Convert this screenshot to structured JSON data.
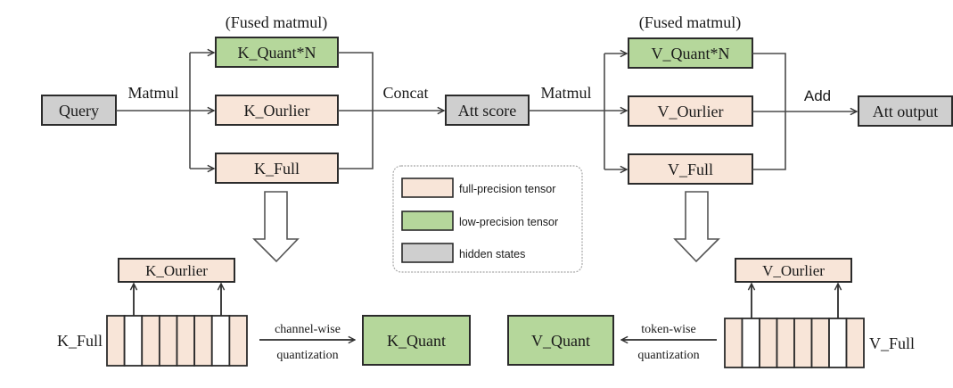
{
  "colors": {
    "full_precision": "#f8e5d8",
    "low_precision": "#b5d79b",
    "hidden_states": "#cfcfcf",
    "outlier_column": "#ffffff"
  },
  "top": {
    "query": "Query",
    "matmul_1": "Matmul",
    "fused_label_k": "(Fused matmul)",
    "k_quant_n": "K_Quant*N",
    "k_outlier": "K_Ourlier",
    "k_full": "K_Full",
    "concat": "Concat",
    "att_score": "Att score",
    "matmul_2": "Matmul",
    "fused_label_v": "(Fused matmul)",
    "v_quant_n": "V_Quant*N",
    "v_outlier": "V_Ourlier",
    "v_full": "V_Full",
    "add": "Add",
    "att_output": "Att output"
  },
  "legend": {
    "items": [
      {
        "label": "full-precision tensor",
        "type": "full_precision"
      },
      {
        "label": "low-precision tensor",
        "type": "low_precision"
      },
      {
        "label": "hidden states",
        "type": "hidden_states"
      }
    ]
  },
  "bottom_k": {
    "outlier": "K_Ourlier",
    "full": "K_Full",
    "op_line1": "channel-wise",
    "op_line2": "quantization",
    "quant": "K_Quant",
    "columns": 8,
    "outlier_columns": [
      1,
      6
    ]
  },
  "bottom_v": {
    "outlier": "V_Ourlier",
    "full": "V_Full",
    "op_line1": "token-wise",
    "op_line2": "quantization",
    "quant": "V_Quant",
    "columns": 8,
    "outlier_columns": [
      1,
      6
    ]
  }
}
